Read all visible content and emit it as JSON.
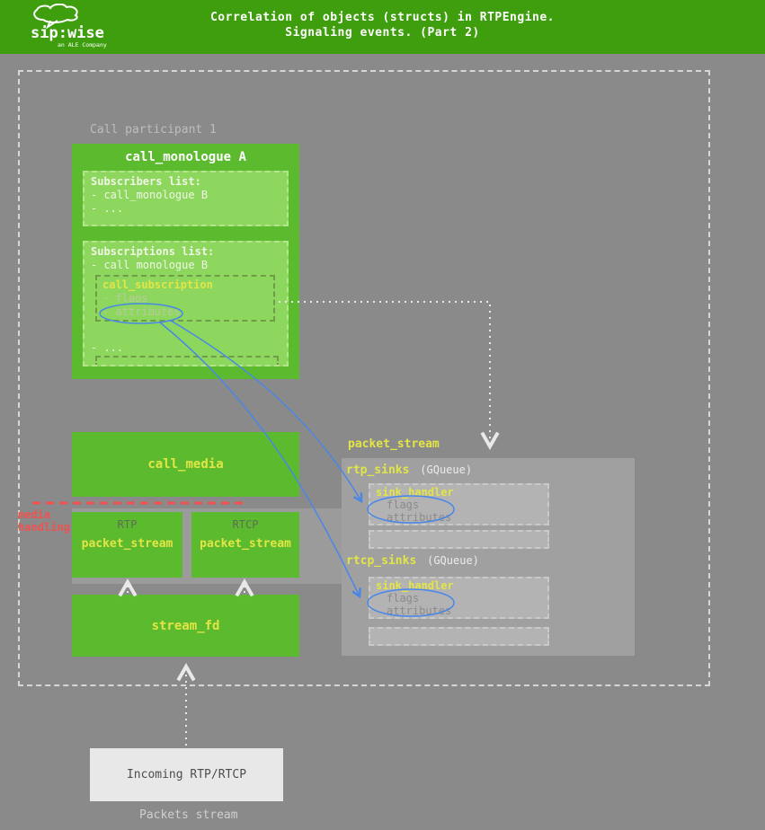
{
  "header": {
    "title_line1": "Correlation of objects (structs) in RTPEngine.",
    "title_line2": "Signaling events. (Part 2)",
    "logo_text": "sip:wise",
    "logo_subtext": "an ALE Company"
  },
  "labels": {
    "call_participant": "Call participant 1",
    "packets_stream": "Packets stream"
  },
  "media_handling": {
    "line1": "media",
    "line2": "handling"
  },
  "monologue": {
    "title": "call_monologue A",
    "subscribers": {
      "title": "Subscribers list:",
      "items": [
        "- call_monologue B",
        "- ..."
      ]
    },
    "subscriptions": {
      "title": "Subscriptions list:",
      "item": "- call monologue B",
      "call_subscription": {
        "title": "call_subscription",
        "fields": [
          "- flags",
          "- attributes"
        ]
      },
      "more": "- ..."
    }
  },
  "call_media": {
    "title": "call_media"
  },
  "rtp_box": {
    "type": "RTP",
    "title": "packet_stream"
  },
  "rtcp_box": {
    "type": "RTCP",
    "title": "packet_stream"
  },
  "stream_fd": {
    "title": "stream_fd"
  },
  "panel": {
    "label": "packet_stream",
    "rtp_sinks": {
      "name": "rtp_sinks",
      "type": "(GQueue)"
    },
    "sink_handler_rtp": {
      "title": "sink_handler",
      "fields": [
        "flags",
        "attributes"
      ]
    },
    "rtcp_sinks": {
      "name": "rtcp_sinks",
      "type": "(GQueue)"
    },
    "sink_handler_rtcp": {
      "title": "sink_handler",
      "fields": [
        "flags",
        "attributes"
      ]
    }
  },
  "incoming": {
    "title": "Incoming RTP/RTCP"
  },
  "colors": {
    "header_green": "#3f9e0e",
    "box_green": "#5cba2e",
    "light_green": "#8dd75f",
    "yellow_text": "#e3e546",
    "background_gray": "#8a8a8a",
    "panel_gray": "#a0a0a0",
    "sub_gray": "#b3b3b3",
    "red_accent": "#ef5350",
    "blue_accent": "#4a86e8"
  }
}
